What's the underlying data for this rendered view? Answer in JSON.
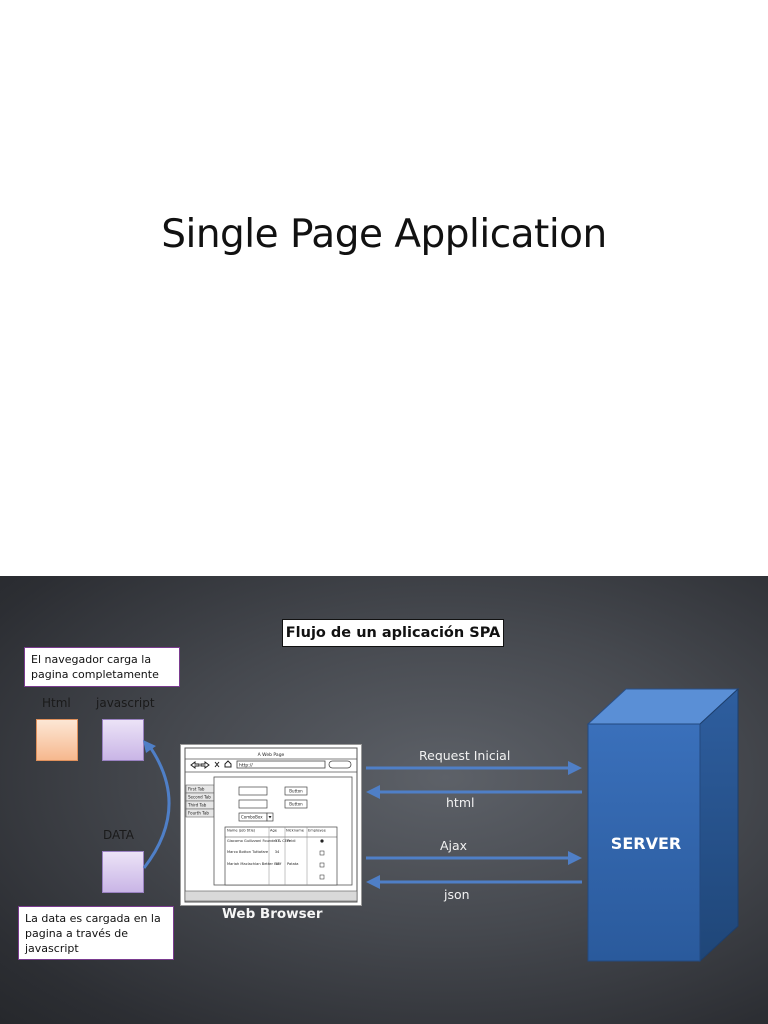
{
  "slide1": {
    "title": "Single Page Application"
  },
  "slide2": {
    "flow_title": "Flujo de un aplicación SPA",
    "note_top": "El navegador carga la pagina completamente",
    "note_bottom": "La data es cargada en la pagina a través de javascript",
    "label_html": "Html",
    "label_javascript": "javascript",
    "label_data": "DATA",
    "browser_label": "Web Browser",
    "arrows": {
      "request_inicial": "Request Inicial",
      "html": "html",
      "ajax": "Ajax",
      "json": "json"
    },
    "server_label": "SERVER",
    "mockup": {
      "window_title": "A Web Page",
      "url": "http://",
      "tabs": [
        "First Tab",
        "Second Tab",
        "Third Tab",
        "Fourth Tab"
      ],
      "button_label": "Button",
      "combobox_label": "ComboBox",
      "table_headers": [
        "Name (job title)",
        "Age",
        "Nickname",
        "Employee"
      ],
      "table_rows": [
        [
          "Giacomo Guilizzoni Founder & CEO",
          "37",
          "Peldi",
          ""
        ],
        [
          "Marco Botton Tuttofare",
          "34",
          "",
          ""
        ],
        [
          "Mariah Maclachlan Better Half",
          "37",
          "Patata",
          ""
        ],
        [
          "",
          "",
          "",
          ""
        ]
      ]
    },
    "colors": {
      "arrow": "#4f7fc7",
      "server_front": "#2f62a8",
      "server_top": "#5a8fd6",
      "server_side": "#244f8c",
      "html_square": "#f6b88e",
      "js_square": "#c9b5e6"
    }
  }
}
